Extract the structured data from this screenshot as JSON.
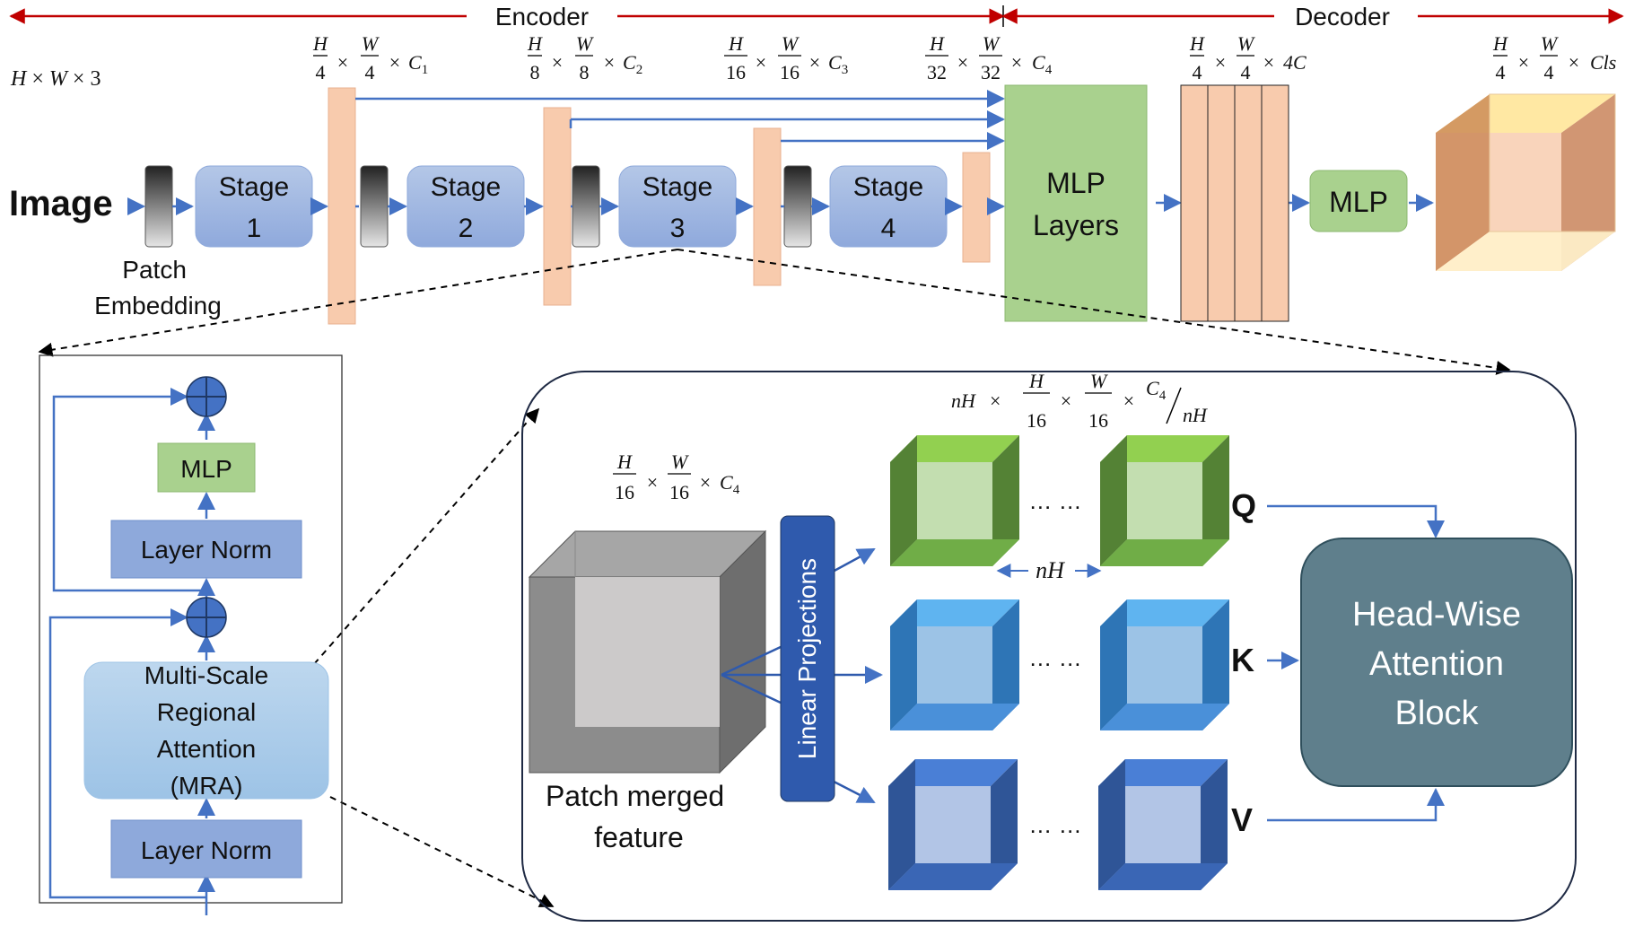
{
  "encoder_label": "Encoder",
  "decoder_label": "Decoder",
  "input": {
    "label": "Image",
    "dim": [
      "H",
      "×",
      "W",
      "×",
      "3"
    ]
  },
  "patch_embedding_label": [
    "Patch",
    "Embedding"
  ],
  "stages": [
    {
      "line1": "Stage",
      "line2": "1"
    },
    {
      "line1": "Stage",
      "line2": "2"
    },
    {
      "line1": "Stage",
      "line2": "3"
    },
    {
      "line1": "Stage",
      "line2": "4"
    }
  ],
  "feature_dims": [
    {
      "num1": "H",
      "den1": "4",
      "num2": "W",
      "den2": "4",
      "ch": "C",
      "sub": "1"
    },
    {
      "num1": "H",
      "den1": "8",
      "num2": "W",
      "den2": "8",
      "ch": "C",
      "sub": "2"
    },
    {
      "num1": "H",
      "den1": "16",
      "num2": "W",
      "den2": "16",
      "ch": "C",
      "sub": "3"
    },
    {
      "num1": "H",
      "den1": "32",
      "num2": "W",
      "den2": "32",
      "ch": "C",
      "sub": "4"
    }
  ],
  "decoder_dims": {
    "concat": {
      "num1": "H",
      "den1": "4",
      "num2": "W",
      "den2": "4",
      "ch": "4C"
    },
    "output": {
      "num1": "H",
      "den1": "4",
      "num2": "W",
      "den2": "4",
      "ch": "Cls"
    }
  },
  "times": "×",
  "mlp_layers_label": [
    "MLP",
    "Layers"
  ],
  "decoder_mlp_label": "MLP",
  "block": {
    "mlp": "MLP",
    "layer_norm_top": "Layer Norm",
    "layer_norm_bottom": "Layer Norm",
    "mra": [
      "Multi-Scale",
      "Regional",
      "Attention",
      "(MRA)"
    ]
  },
  "detail": {
    "input_dim": {
      "num1": "H",
      "den1": "16",
      "num2": "W",
      "den2": "16",
      "ch": "C",
      "sub": "4"
    },
    "heads_dim": {
      "pre": "nH",
      "num1": "H",
      "den1": "16",
      "num2": "W",
      "den2": "16",
      "ch": "C",
      "sub": "4",
      "div": "nH"
    },
    "patch_merged_label": [
      "Patch merged",
      "feature"
    ],
    "linear_projections_label": "Linear Projections",
    "ellipsis": "… …",
    "nh_label": "nH",
    "q": "Q",
    "k": "K",
    "v": "V",
    "attention_block": [
      "Head-Wise",
      "Attention",
      "Block"
    ]
  },
  "colors": {
    "arrow": "#4472c4",
    "red": "#c00000",
    "stage": "#8ea9db",
    "peach": "#f8cbad",
    "mlp_green": "#a9d18e",
    "attention": "#5f7f8c",
    "linear_proj": "#2f5aad",
    "q_green": "#70ad47",
    "k_blue": "#4a90d9",
    "v_blue": "#3a66b5"
  }
}
